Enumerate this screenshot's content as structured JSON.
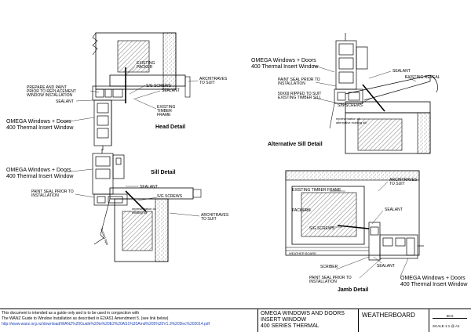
{
  "head_detail": {
    "title": "Head Detail",
    "product_line1": "OMEGA Windows + Doors",
    "product_line2": "400 Thermal Insert Window",
    "labels": {
      "existing_packer": "EXISTING\nPACKER",
      "prepare_paint": "PREPARE AND PAINT\nPRIOR TO REPLACEMENT\nWINDOW INSTALLATION",
      "sealant_left": "SEALANT",
      "sg_screws": "S/G SCREWS",
      "sealant_right": "SEALANT",
      "architraves": "ARCHITRAVES\nTO SUIT",
      "existing_timber_frame": "EXISTING\nTIMBER\nFRAME"
    }
  },
  "alt_sill_detail": {
    "title": "Alternative Sill Detail",
    "product_line1": "OMEGA Windows + Doors",
    "product_line2": "400 Thermal Insert Window",
    "labels": {
      "sealant": "SEALANT",
      "existing_reveal": "EXISTING REVEAL",
      "paint_seal": "PAINT SEAL PRIOR TO\nINSTALLATION",
      "ripped": "50X69 RIPPED TO SUIT\nEXISTING TIMBER SILL",
      "sg_screws": "S/G SCREWS"
    }
  },
  "sill_detail": {
    "title": "Sill Detail",
    "product_line1": "OMEGA Windows + Doors",
    "product_line2": "400 Thermal Insert Window",
    "labels": {
      "sealant": "SEALANT",
      "paint_seal": "PAINT SEAL PRIOR TO\nINSTALLATION",
      "sg_screws": "S/G SCREWS",
      "architraves": "ARCHITRAVES\nTO SUIT"
    }
  },
  "jamb_detail": {
    "title": "Jamb Detail",
    "product_line1": "OMEGA Windows + Doors",
    "product_line2": "400 Thermal Insert Window",
    "labels": {
      "existing_timber_frame": "EXISTING TIMBER FRAME",
      "packers": "PACKERS",
      "sg_screws": "S/G SCREWS",
      "sealant_top": "SEALANT",
      "architraves": "ARCHITRAVES\nTO SUIT",
      "weather_board": "WEATHER BOARD",
      "scriber": "SCRIBER",
      "paint_seal": "PAINT SEAL PRIOR TO\nINSTALLATION",
      "sealant_bottom": "SEALANT"
    }
  },
  "title_block": {
    "disclaimer_line1": "This document is intended as a guide only and is to be used in conjunction with",
    "disclaimer_line2": "The WANZ Guide to Window Installation as described in E2/AS1 Amendment 5. (see link below)",
    "disclaimer_link": "http://www.wanz.org.nz/download/WANZ%20Guide%20to%20E2%20AS1%20Amd%205%20V1.3%20Dec%202014.pdf",
    "project_line1": "OMEGA WINDOWS AND DOORS",
    "project_line2": "INSERT WINDOW",
    "project_line3": "400 SERIES THERMAL",
    "drawing_name": "WEATHERBOARD",
    "scale_value": "50.0",
    "scale_label": "SCALE 1:1 @ A1"
  }
}
